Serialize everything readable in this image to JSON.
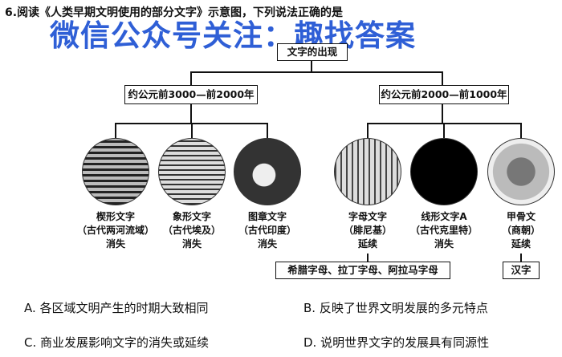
{
  "question": {
    "number": "6.",
    "text": "阅读《人类早期文明使用的部分文字》示意图，下列说法正确的是"
  },
  "watermark": "微信公众号关注：趣找答案",
  "diagram": {
    "root": "文字的出现",
    "periods": [
      "约公元前3000—前2000年",
      "约公元前2000—前1000年"
    ],
    "scripts": [
      {
        "name": "楔形文字",
        "region": "（古代两河流域）",
        "fate": "消失"
      },
      {
        "name": "象形文字",
        "region": "（古代埃及）",
        "fate": "消失"
      },
      {
        "name": "图章文字",
        "region": "（古代印度）",
        "fate": "消失"
      },
      {
        "name": "字母文字",
        "region": "（腓尼基）",
        "fate": "延续"
      },
      {
        "name": "线形文字A",
        "region": "（古代克里特）",
        "fate": "消失"
      },
      {
        "name": "甲骨文",
        "region": "（商朝）",
        "fate": "延续"
      }
    ],
    "descendants": [
      "希腊字母、拉丁字母、阿拉马字母",
      "汉字"
    ]
  },
  "options": [
    {
      "label": "A.",
      "text": "各区域文明产生的时期大致相同"
    },
    {
      "label": "B.",
      "text": "反映了世界文明发展的多元特点"
    },
    {
      "label": "C.",
      "text": "商业发展影响文字的消失或延续"
    },
    {
      "label": "D.",
      "text": "说明世界文字的发展具有同源性"
    }
  ]
}
